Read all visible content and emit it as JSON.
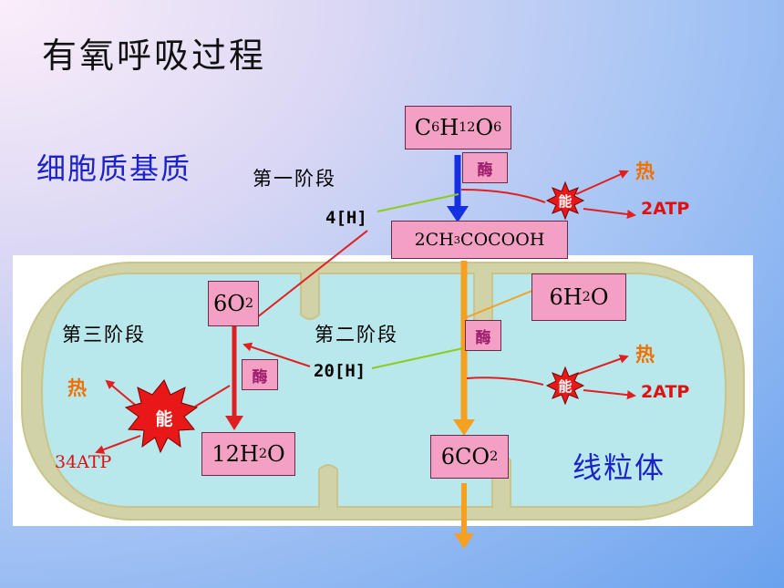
{
  "title": "有氧呼吸过程",
  "regions": {
    "cytoplasm": "细胞质基质",
    "mitochondria": "线粒体"
  },
  "stages": {
    "one": "第一阶段",
    "two": "第二阶段",
    "three": "第三阶段"
  },
  "boxes": {
    "glucose": {
      "main": "C",
      "s1": "6",
      "m2": "H",
      "s2": "12",
      "m3": "O",
      "s3": "6"
    },
    "pyruvate": {
      "a": "2CH",
      "s": "3",
      "b": "COCOOH"
    },
    "water_in": {
      "a": "6H",
      "s": "2",
      "b": "O"
    },
    "oxygen": {
      "a": "6O",
      "s": "2"
    },
    "water_out": {
      "a": "12H",
      "s": "2",
      "b": "O"
    },
    "co2": {
      "a": "6CO",
      "s": "2"
    }
  },
  "enzyme": "酶",
  "energy": "能",
  "heat": "热",
  "hydrogen": {
    "h4": "4[H]",
    "h20": "20[H]"
  },
  "atp": {
    "stage1": "2ATP",
    "stage2": "2ATP",
    "stage3": "34ATP"
  },
  "colors": {
    "blue_arrow": "#1530e0",
    "orange_arrow": "#f5a020",
    "red_arrow": "#e02020",
    "green_line": "#8ccc20",
    "box_pink": "#f4a0c4"
  }
}
